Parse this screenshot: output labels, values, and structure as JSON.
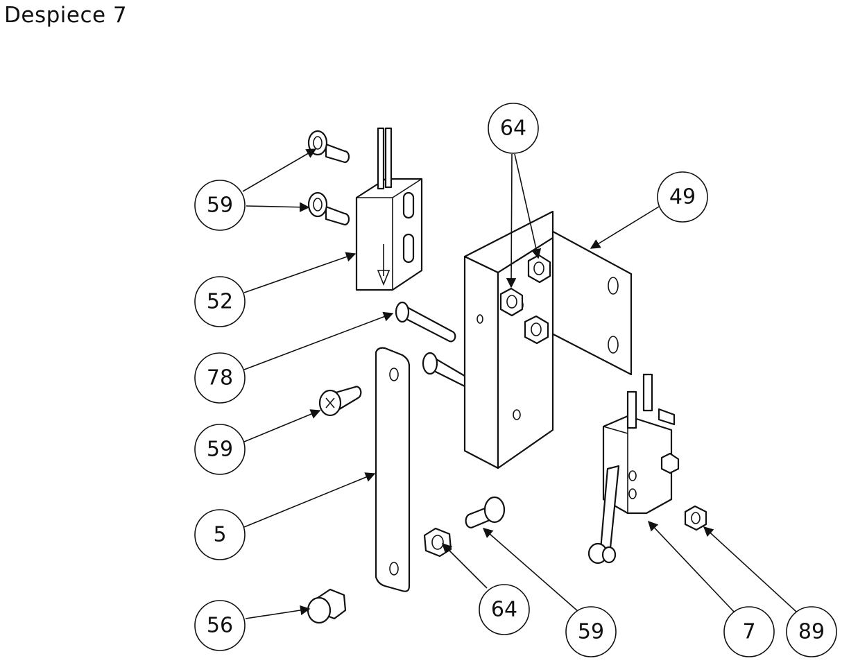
{
  "title": "Despiece 7",
  "callouts": [
    {
      "id": "c59a",
      "label": "59"
    },
    {
      "id": "c52",
      "label": "52"
    },
    {
      "id": "c78",
      "label": "78"
    },
    {
      "id": "c59b",
      "label": "59"
    },
    {
      "id": "c5",
      "label": "5"
    },
    {
      "id": "c56",
      "label": "56"
    },
    {
      "id": "c64a",
      "label": "64"
    },
    {
      "id": "c49",
      "label": "49"
    },
    {
      "id": "c64b",
      "label": "64"
    },
    {
      "id": "c59c",
      "label": "59"
    },
    {
      "id": "c7",
      "label": "7"
    },
    {
      "id": "c89",
      "label": "89"
    }
  ]
}
